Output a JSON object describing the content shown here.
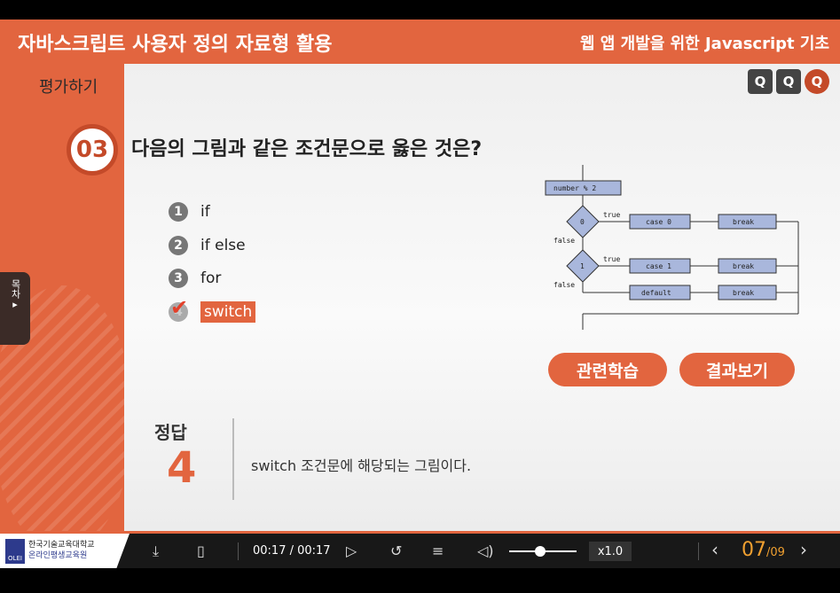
{
  "header": {
    "title_left": "자바스크립트 사용자 정의 자료형 활용",
    "title_right": "웹 앱 개발을 위한 Javascript 기초"
  },
  "sidebar": {
    "label": "평가하기",
    "question_number": "03",
    "toc_label": "목차",
    "toc_arrow": "▸"
  },
  "quiz": {
    "nav_icons": [
      "Q",
      "Q",
      "Q"
    ],
    "question": "다음의 그림과 같은 조건문으로 옳은 것은?",
    "options": [
      {
        "num": "1",
        "text": "if"
      },
      {
        "num": "2",
        "text": "if else"
      },
      {
        "num": "3",
        "text": "for"
      },
      {
        "num": "4",
        "text": "switch"
      }
    ],
    "check": "✔"
  },
  "diagram": {
    "top_box": "number % 2",
    "cond1": "0",
    "cond2": "1",
    "true1": "true",
    "true2": "true",
    "false1": "false",
    "false2": "false",
    "case0": "case 0",
    "case1": "case 1",
    "default": "default",
    "break": "break"
  },
  "buttons": {
    "related": "관련학습",
    "result": "결과보기"
  },
  "answer": {
    "label": "정답",
    "number": "4",
    "explanation": "switch 조건문에 해당되는 그림이다."
  },
  "player": {
    "logo_line1": "한국기술교육대학교",
    "logo_line2": "온라인평생교육원",
    "logo_mark": "OLEI",
    "time": "00:17 / 00:17",
    "speed": "x1.0",
    "page_current": "07",
    "page_total": "/09",
    "icons": [
      "download-icon",
      "document-icon",
      "play-icon",
      "replay-icon",
      "menu-icon",
      "volume-icon",
      "prev-icon",
      "next-icon"
    ]
  },
  "colors": {
    "accent": "#e2653f",
    "dark_accent": "#c44a29",
    "page_number": "#f0a030"
  }
}
